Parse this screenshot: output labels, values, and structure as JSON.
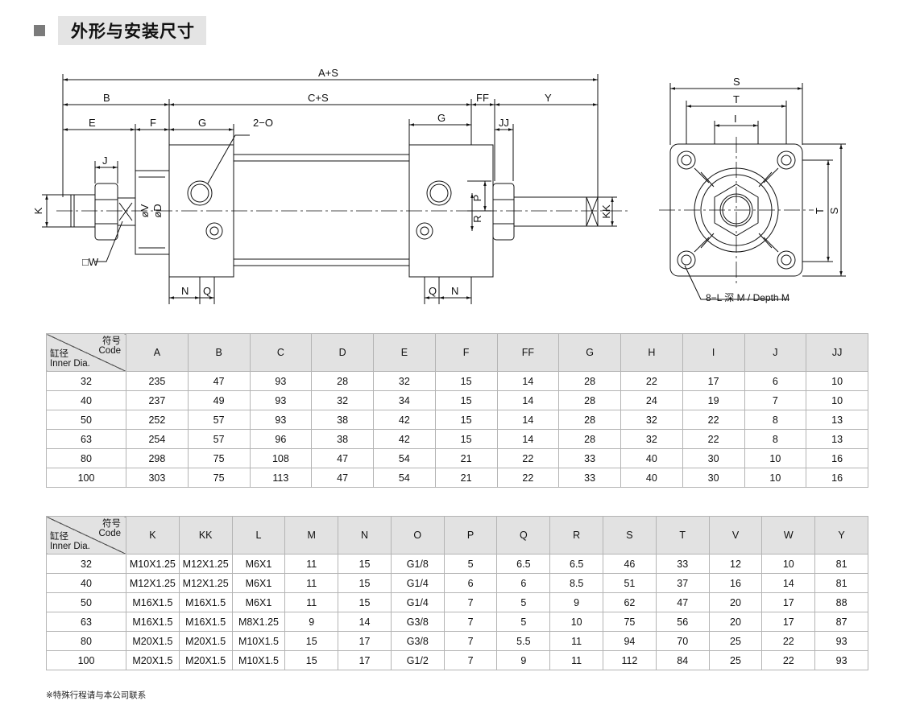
{
  "title": "外形与安装尺寸",
  "diagram_labels": {
    "A_plus_S": "A+S",
    "B": "B",
    "C_plus_S": "C+S",
    "FF": "FF",
    "Y": "Y",
    "E": "E",
    "F": "F",
    "G": "G",
    "two_O": "2−O",
    "G2": "G",
    "JJ": "JJ",
    "J": "J",
    "K": "K",
    "V": "øV",
    "D": "øD",
    "W": "□W",
    "N": "N",
    "Q": "Q",
    "Q2": "Q",
    "N2": "N",
    "P": "P",
    "R": "R",
    "KK": "KK",
    "S_top": "S",
    "T_top": "T",
    "I": "I",
    "T_side": "T",
    "S_side": "S",
    "depth": "8−L 深 M / Depth M"
  },
  "table1": {
    "corner_top": [
      "符号",
      "Code"
    ],
    "corner_bottom": [
      "缸径",
      "Inner Dia."
    ],
    "headers": [
      "A",
      "B",
      "C",
      "D",
      "E",
      "F",
      "FF",
      "G",
      "H",
      "I",
      "J",
      "JJ"
    ],
    "rows": [
      [
        "32",
        "235",
        "47",
        "93",
        "28",
        "32",
        "15",
        "14",
        "28",
        "22",
        "17",
        "6",
        "10"
      ],
      [
        "40",
        "237",
        "49",
        "93",
        "32",
        "34",
        "15",
        "14",
        "28",
        "24",
        "19",
        "7",
        "10"
      ],
      [
        "50",
        "252",
        "57",
        "93",
        "38",
        "42",
        "15",
        "14",
        "28",
        "32",
        "22",
        "8",
        "13"
      ],
      [
        "63",
        "254",
        "57",
        "96",
        "38",
        "42",
        "15",
        "14",
        "28",
        "32",
        "22",
        "8",
        "13"
      ],
      [
        "80",
        "298",
        "75",
        "108",
        "47",
        "54",
        "21",
        "22",
        "33",
        "40",
        "30",
        "10",
        "16"
      ],
      [
        "100",
        "303",
        "75",
        "113",
        "47",
        "54",
        "21",
        "22",
        "33",
        "40",
        "30",
        "10",
        "16"
      ]
    ]
  },
  "table2": {
    "corner_top": [
      "符号",
      "Code"
    ],
    "corner_bottom": [
      "缸径",
      "Inner Dia."
    ],
    "headers": [
      "K",
      "KK",
      "L",
      "M",
      "N",
      "O",
      "P",
      "Q",
      "R",
      "S",
      "T",
      "V",
      "W",
      "Y"
    ],
    "rows": [
      [
        "32",
        "M10X1.25",
        "M12X1.25",
        "M6X1",
        "11",
        "15",
        "G1/8",
        "5",
        "6.5",
        "6.5",
        "46",
        "33",
        "12",
        "10",
        "81"
      ],
      [
        "40",
        "M12X1.25",
        "M12X1.25",
        "M6X1",
        "11",
        "15",
        "G1/4",
        "6",
        "6",
        "8.5",
        "51",
        "37",
        "16",
        "14",
        "81"
      ],
      [
        "50",
        "M16X1.5",
        "M16X1.5",
        "M6X1",
        "11",
        "15",
        "G1/4",
        "7",
        "5",
        "9",
        "62",
        "47",
        "20",
        "17",
        "88"
      ],
      [
        "63",
        "M16X1.5",
        "M16X1.5",
        "M8X1.25",
        "9",
        "14",
        "G3/8",
        "7",
        "5",
        "10",
        "75",
        "56",
        "20",
        "17",
        "87"
      ],
      [
        "80",
        "M20X1.5",
        "M20X1.5",
        "M10X1.5",
        "15",
        "17",
        "G3/8",
        "7",
        "5.5",
        "11",
        "94",
        "70",
        "25",
        "22",
        "93"
      ],
      [
        "100",
        "M20X1.5",
        "M20X1.5",
        "M10X1.5",
        "15",
        "17",
        "G1/2",
        "7",
        "9",
        "11",
        "112",
        "84",
        "25",
        "22",
        "93"
      ]
    ]
  },
  "footnote": "※特殊行程请与本公司联系"
}
